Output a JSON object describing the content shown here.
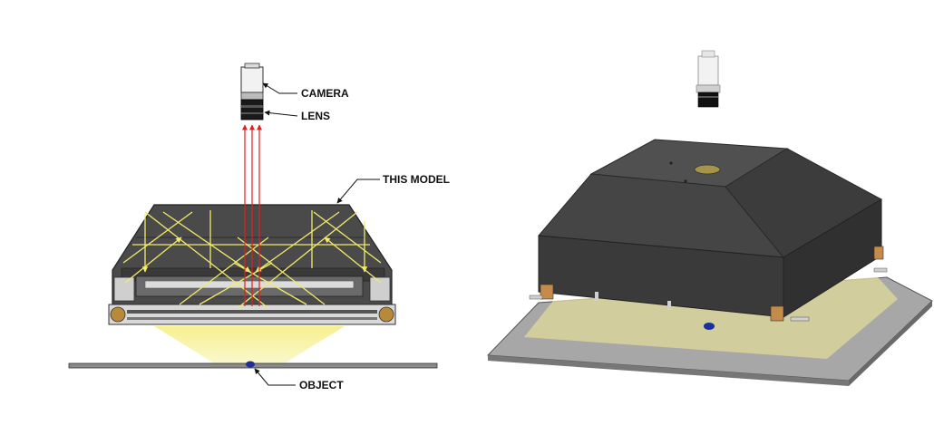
{
  "labels": {
    "camera": "CAMERA",
    "lens": "LENS",
    "model": "THIS MODEL",
    "object": "OBJECT"
  },
  "colors": {
    "housing": "#4a4a4a",
    "housing_dark": "#2e2e2e",
    "light_ray": "#f2ea6a",
    "red_ray": "#e0201e",
    "illumination": "#f7f2a8",
    "object": "#1c2f9c",
    "plate": "#a7a7a7",
    "camera_body": "#f2f2f2"
  }
}
